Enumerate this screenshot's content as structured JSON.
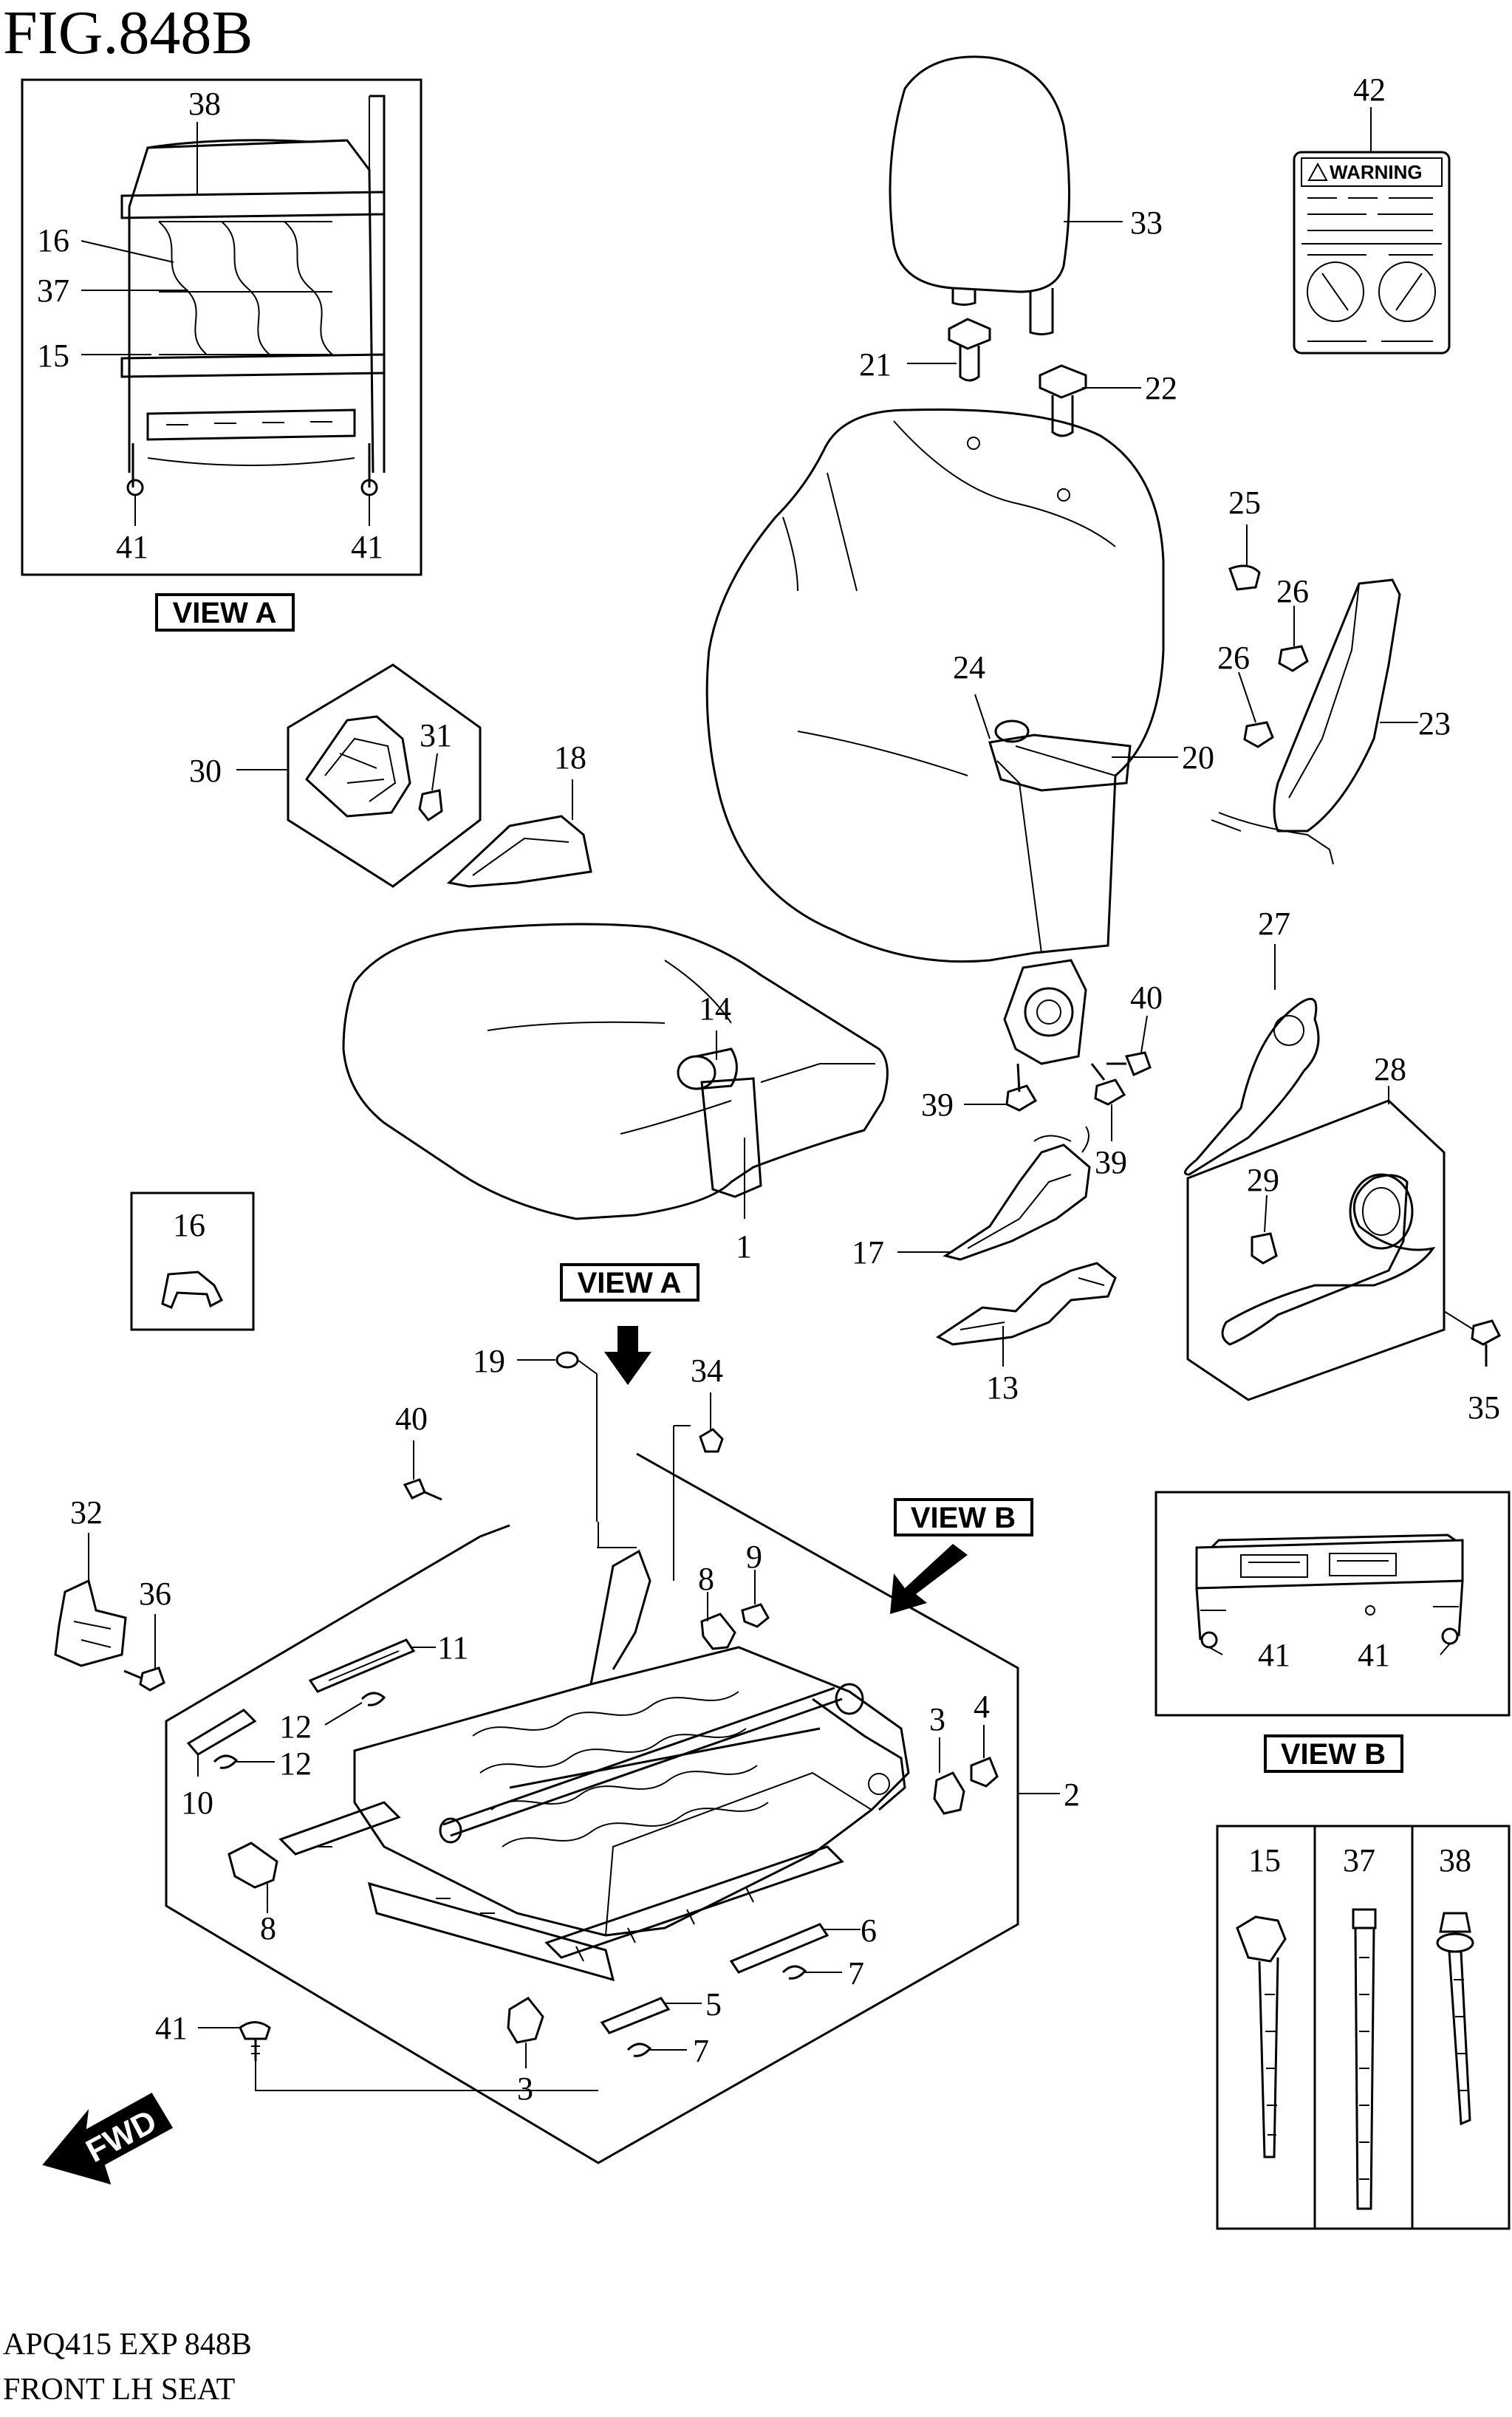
{
  "header": {
    "figure_title": "FIG.848B"
  },
  "view_labels": {
    "view_a": "VIEW A",
    "view_b": "VIEW B"
  },
  "warning_label": {
    "text": "WARNING"
  },
  "direction": {
    "fwd": "FWD"
  },
  "footer": {
    "code": "APQ415 EXP 848B",
    "caption": "FRONT LH SEAT"
  },
  "callouts": [
    "38",
    "16",
    "37",
    "15",
    "41",
    "41",
    "42",
    "33",
    "21",
    "22",
    "25",
    "26",
    "26",
    "24",
    "20",
    "23",
    "30",
    "31",
    "18",
    "14",
    "1",
    "27",
    "40",
    "39",
    "39",
    "28",
    "29",
    "17",
    "13",
    "35",
    "16",
    "19",
    "34",
    "40",
    "32",
    "36",
    "8",
    "9",
    "11",
    "12",
    "12",
    "10",
    "3",
    "4",
    "2",
    "8",
    "6",
    "7",
    "5",
    "7",
    "3",
    "41",
    "41",
    "41",
    "15",
    "37",
    "38"
  ]
}
